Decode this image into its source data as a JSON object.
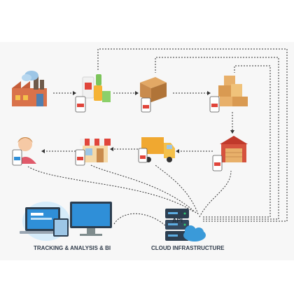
{
  "labels": {
    "tracking": "TRACKING & ANALYSIS & BI",
    "cloud": "CLOUD INFRASTRUCTURE",
    "api": "API"
  },
  "nodes": [
    {
      "id": "factory",
      "icon": "factory-icon"
    },
    {
      "id": "products",
      "icon": "products-icon"
    },
    {
      "id": "package",
      "icon": "package-box-icon"
    },
    {
      "id": "warehouse-stock",
      "icon": "stacked-boxes-icon"
    },
    {
      "id": "warehouse",
      "icon": "warehouse-icon"
    },
    {
      "id": "delivery",
      "icon": "delivery-truck-icon"
    },
    {
      "id": "store",
      "icon": "store-icon"
    },
    {
      "id": "customer",
      "icon": "customer-icon"
    },
    {
      "id": "tracking",
      "icon": "monitor-devices-icon"
    },
    {
      "id": "cloud",
      "icon": "server-cloud-icon"
    }
  ],
  "colors": {
    "background": "#f7f7f7",
    "line": "#333333",
    "brown": "#c98b4d",
    "orange": "#f0a830",
    "blue": "#2f8fd8",
    "red": "#e0453b",
    "dark": "#2c3e50"
  }
}
